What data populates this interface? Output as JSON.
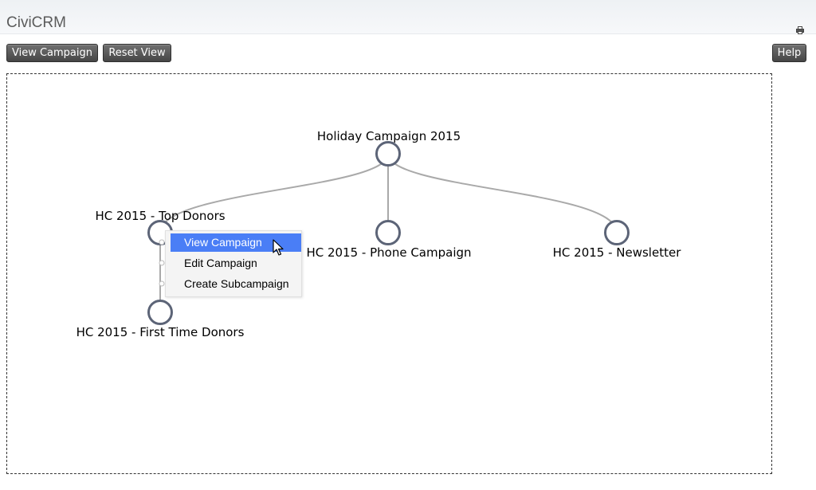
{
  "header": {
    "app_title": "CiviCRM",
    "print_icon": "print-icon"
  },
  "toolbar": {
    "view_campaign_label": "View Campaign",
    "reset_view_label": "Reset View",
    "help_label": "Help"
  },
  "tree": {
    "root": {
      "label": "Holiday Campaign 2015"
    },
    "children": [
      {
        "label": "HC 2015 - Top Donors"
      },
      {
        "label": "HC 2015 - Phone Campaign"
      },
      {
        "label": "HC 2015 - Newsletter"
      }
    ],
    "grandchildren": [
      {
        "label": "HC 2015 - First Time Donors"
      }
    ]
  },
  "context_menu": {
    "items": [
      {
        "label": "View Campaign"
      },
      {
        "label": "Edit Campaign"
      },
      {
        "label": "Create Subcampaign"
      }
    ],
    "active_index": 0
  },
  "colors": {
    "link": "#a9a9a9",
    "node_stroke": "#5c6477",
    "menu_highlight": "#4a7ef6",
    "button_bg": "#555555"
  }
}
